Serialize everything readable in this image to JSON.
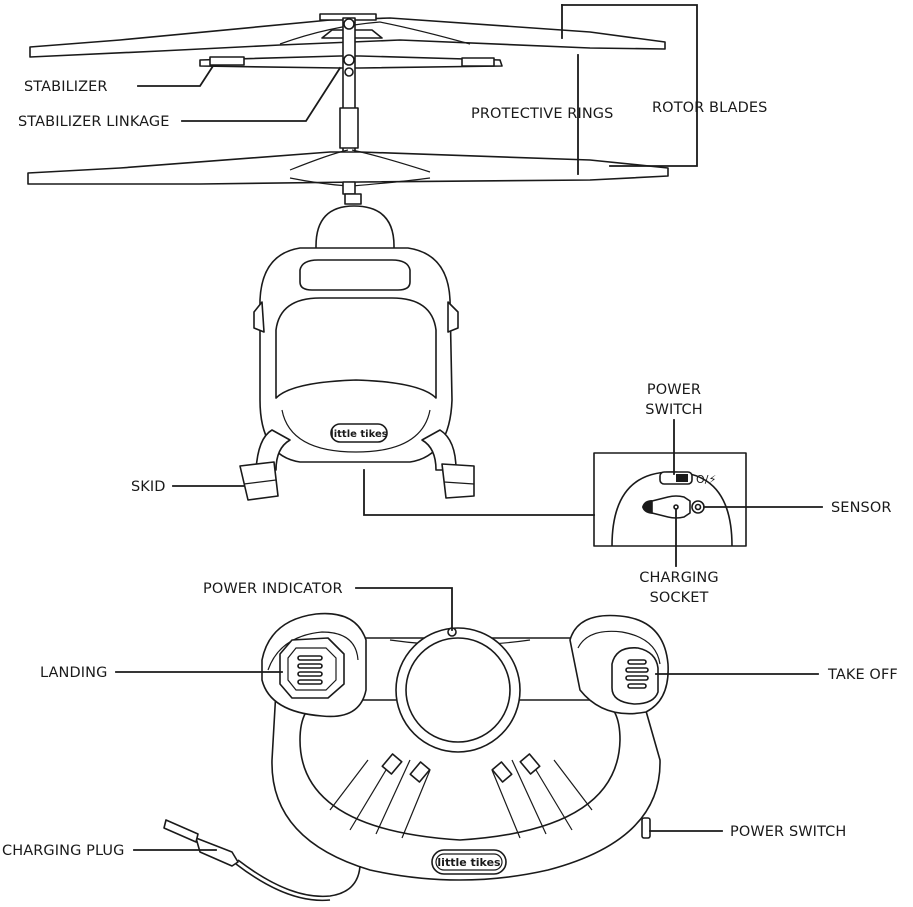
{
  "labels": {
    "stabilizer": "STABILIZER",
    "stabilizer_linkage": "STABILIZER LINKAGE",
    "protective_rings": "PROTECTIVE RINGS",
    "rotor_blades": "ROTOR BLADES",
    "power_switch_line1": "POWER",
    "power_switch_line2": "SWITCH",
    "sensor": "SENSOR",
    "charging_socket_line1": "CHARGING",
    "charging_socket_line2": "SOCKET",
    "skid": "SKID",
    "power_indicator": "POWER INDICATOR",
    "landing": "LANDING",
    "take_off": "TAKE OFF",
    "charging_plug": "CHARGING PLUG",
    "controller_power_switch": "POWER SWITCH"
  },
  "logos": {
    "helicopter": "little tikes",
    "controller": "little tikes"
  },
  "switch_symbol": "O/⚡"
}
